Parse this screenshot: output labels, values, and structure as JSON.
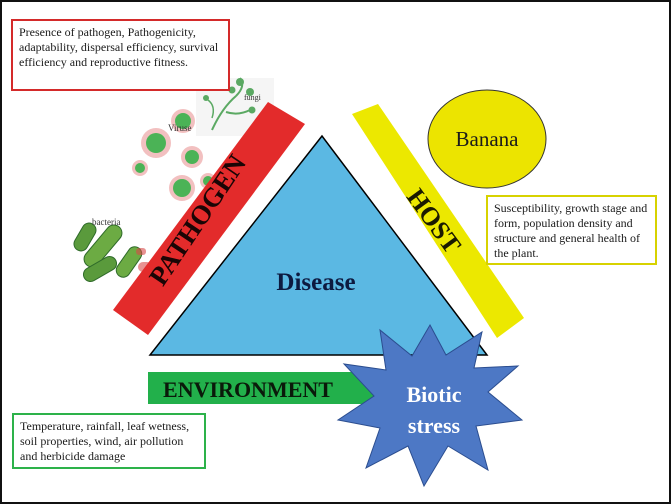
{
  "pathogen": {
    "label": "PATHOGEN",
    "description": "Presence of pathogen, Pathogenicity, adaptability, dispersal efficiency, survival efficiency and reproductive fitness.",
    "illustration_labels": {
      "fungi": "fungi",
      "virus": "Viruse",
      "bacteria": "bacteria"
    }
  },
  "host": {
    "label": "HOST",
    "name": "Banana",
    "description": "Susceptibility, growth stage and form,  population density and structure and general health of the plant."
  },
  "environment": {
    "label": "ENVIRONMENT",
    "description": "Temperature,  rainfall, leaf wetness, soil properties, wind, air pollution and herbicide damage"
  },
  "center": {
    "label": "Disease"
  },
  "stress": {
    "line1": "Biotic",
    "line2": "stress"
  },
  "colors": {
    "pathogen_red": "#e32b2b",
    "host_yellow": "#ece800",
    "environment_green": "#22b04b",
    "triangle_blue": "#5bb8e3",
    "star_blue": "#4d78c5",
    "banana_circle": "#ece400",
    "virus_green": "#4bb356",
    "virus_spikes": "#d94a4a"
  }
}
